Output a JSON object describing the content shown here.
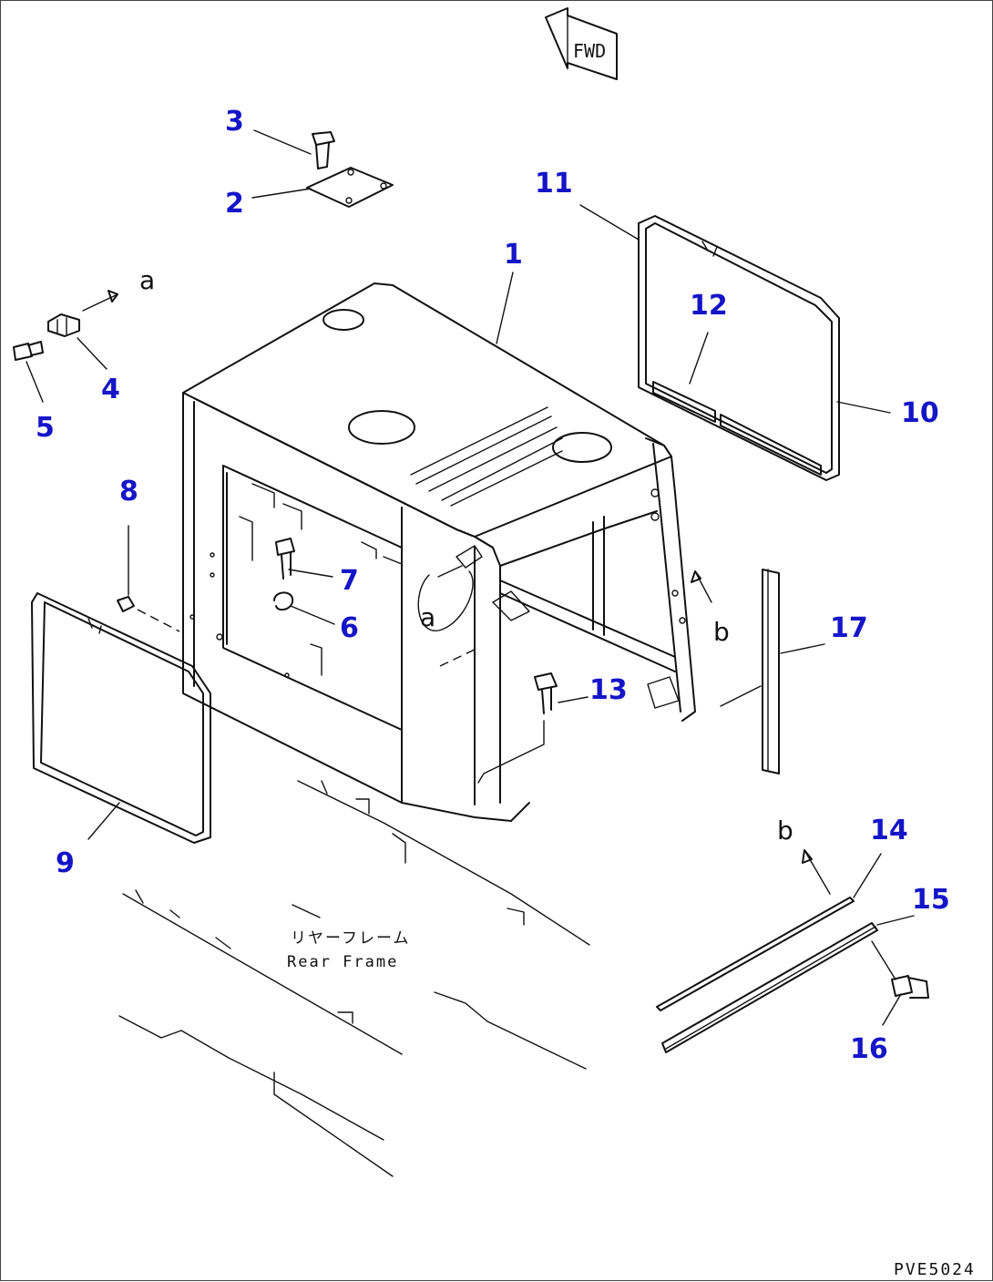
{
  "fwd_marker": "FWD",
  "callouts": {
    "c1": "1",
    "c2": "2",
    "c3": "3",
    "c4": "4",
    "c5": "5",
    "c6": "6",
    "c7": "7",
    "c8": "8",
    "c9": "9",
    "c10": "10",
    "c11": "11",
    "c12": "12",
    "c13": "13",
    "c14": "14",
    "c15": "15",
    "c16": "16",
    "c17": "17"
  },
  "reference_letters": {
    "a_arrow": "a",
    "a_detail": "a",
    "b_arrow_upper": "b",
    "b_arrow_lower": "b"
  },
  "labels": {
    "rear_frame_jp": "リヤーフレーム",
    "rear_frame_en": "Rear Frame"
  },
  "drawing_code": "PVE5024",
  "colors": {
    "callout": "#1515c8",
    "line": "#111111"
  }
}
